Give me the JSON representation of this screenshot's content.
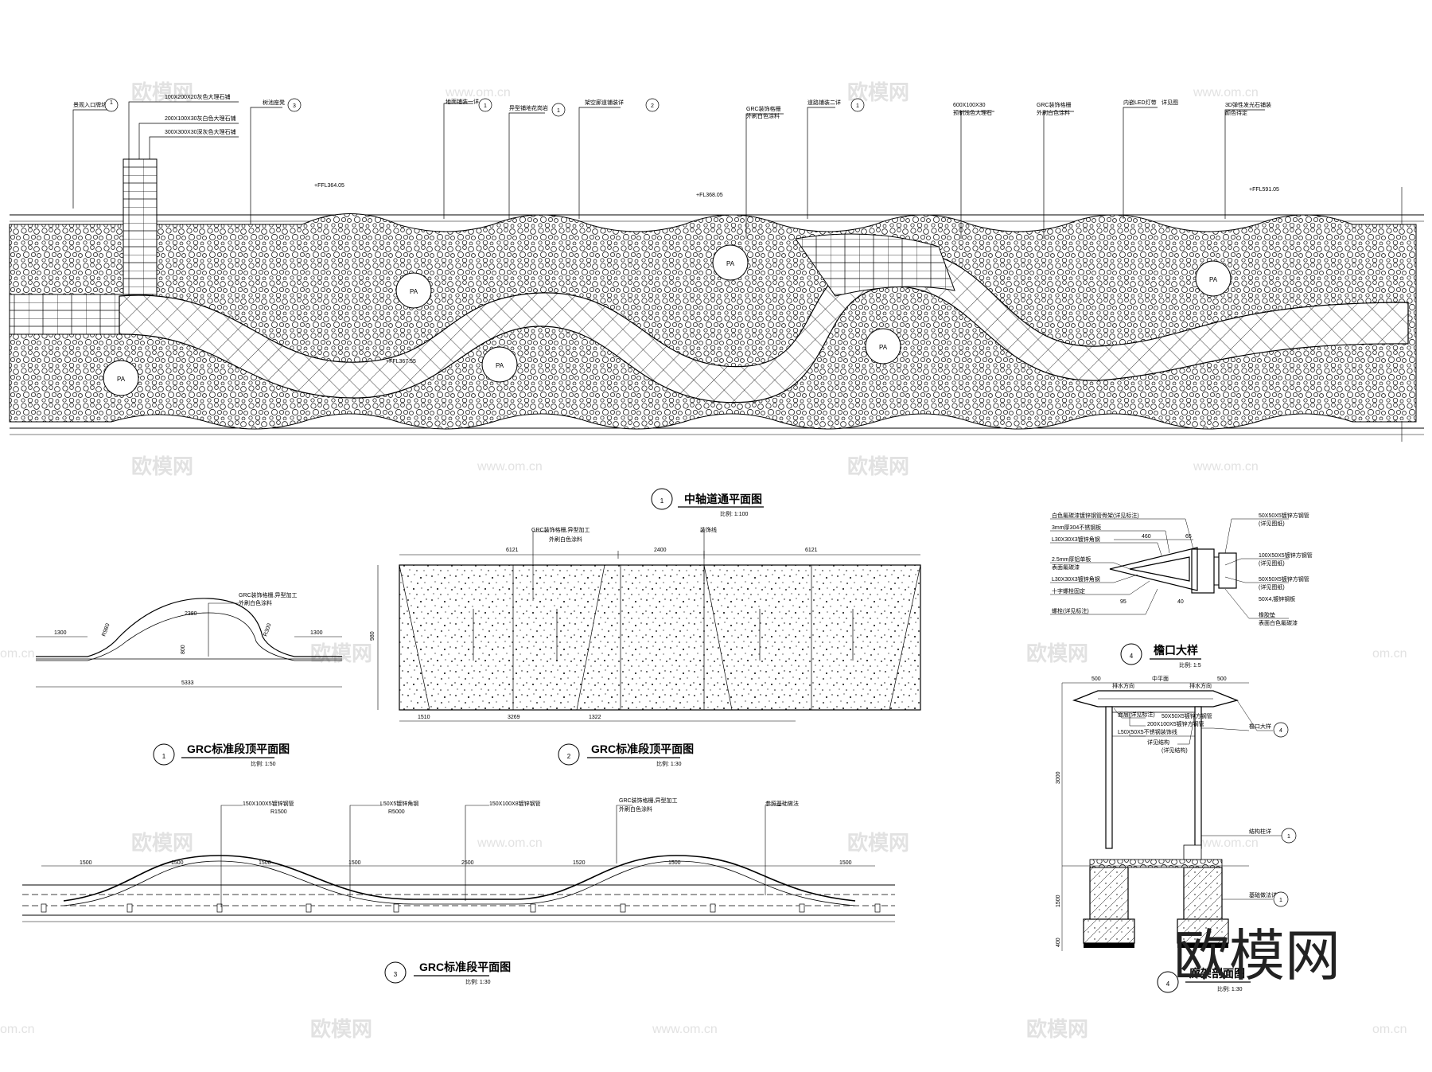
{
  "watermarks": {
    "brand": "欧模网",
    "url": "www.om.cn",
    "url_short": "om.cn"
  },
  "logo": {
    "text": "欧模网"
  },
  "plaza_plan": {
    "title": "中轴道通平面图",
    "number": "1",
    "scale": "比例: 1:100",
    "patch_label": "PA",
    "leaders": [
      {
        "text": "景观入口牌坊",
        "ref": "1"
      },
      {
        "text": "100X200X20灰色大理石铺",
        "ref": ""
      },
      {
        "text": "200X100X30灰白色大理石铺",
        "ref": ""
      },
      {
        "text": "300X300X30深灰色大理石铺",
        "ref": ""
      },
      {
        "text": "树池座凳",
        "ref": "3"
      },
      {
        "text": "地面铺装一详",
        "ref": "1"
      },
      {
        "text": "异型铺地花岗岩",
        "ref": "1"
      },
      {
        "text": "架空廊道铺装详",
        "ref": "2"
      },
      {
        "text": "GRC装饰格栅",
        "ref": ""
      },
      {
        "text": "外刷白色涂料",
        "ref": ""
      },
      {
        "text": "道路铺装二详",
        "ref": "1"
      },
      {
        "text": "600X100X30",
        "ref": ""
      },
      {
        "text": "预制浅色大理石",
        "ref": ""
      },
      {
        "text": "GRC装饰格栅",
        "ref": ""
      },
      {
        "text": "外刷白色涂料",
        "ref": ""
      },
      {
        "text": "内嵌LED灯带",
        "ref": ""
      },
      {
        "text": "详见图",
        "ref": ""
      },
      {
        "text": "3D弹性发光石铺装",
        "ref": ""
      },
      {
        "text": "颜色待定",
        "ref": ""
      }
    ],
    "elevations": [
      "+FFL364.05",
      "+FL368.05",
      "+FFL591.05",
      "+FFL367.55"
    ]
  },
  "grc_top": {
    "number": "1",
    "title": "GRC标准段顶平面图",
    "scale": "比例: 1:50",
    "note": "GRC装饰格栅,异型加工",
    "note2": "外刷白色涂料",
    "dims": [
      "1300",
      "1300",
      "5333",
      "2380",
      "R980",
      "800",
      "R300"
    ]
  },
  "grc_elev": {
    "number": "2",
    "title": "GRC标准段顶平面图",
    "scale": "比例: 1:30",
    "top_dims": [
      "6121",
      "2400",
      "6121"
    ],
    "bottom_dims": [
      "1510",
      "3269",
      "1322"
    ],
    "side_dim": "980",
    "note": "GRC装饰格栅,异型加工",
    "note2": "外刷白色涂料",
    "note3": "装饰线"
  },
  "grc_plan": {
    "number": "3",
    "title": "GRC标准段平面图",
    "scale": "比例: 1:30",
    "labels": [
      "150X100X5镀锌钢管",
      "R1500",
      "L50X5镀锌角钢",
      "R5000",
      "150X100X8镀锌钢管",
      "GRC装饰格栅,异型加工",
      "外刷白色涂料",
      "参照基础做法"
    ],
    "dims": [
      "1500",
      "1500",
      "1500",
      "1500",
      "2500",
      "1520",
      "1500",
      "1500"
    ]
  },
  "eave_detail": {
    "number": "4",
    "title": "檐口大样",
    "scale": "比例: 1:5",
    "labels_left": [
      "白色氟碳漆镀锌钢管骨架(详见标注)",
      "3mm厚304不锈钢板",
      "L30X30X3镀锌角钢",
      "2.5mm厚铝单板",
      "表面氟碳漆",
      "L30X30X3镀锌角钢",
      "十字螺栓固定",
      "螺栓(详见标注)"
    ],
    "labels_right": [
      "50X50X5镀锌方钢管",
      "(详见图纸)",
      "100X50X5镀锌方钢管",
      "(详见图纸)",
      "50X50X5镀锌方钢管",
      "(详见图纸)",
      "50X4,镀锌钢板",
      "橡胶垫",
      "表面白色氟碳漆"
    ],
    "dims": [
      "460",
      "65",
      "95",
      "40"
    ]
  },
  "section": {
    "number": "4",
    "title": "廊架剖面图",
    "scale": "比例: 1:30",
    "top": [
      "排水方向",
      "排水方向"
    ],
    "dims_top": [
      "500",
      "中平面",
      "500"
    ],
    "labels": [
      "面层(详见标注)",
      "200X100X5镀锌方钢管",
      "L50X50X5不锈钢装饰线",
      "详见结构",
      "50X50X5镀锌方钢管",
      "(详见结构)",
      "檐口大样",
      "结构柱详",
      "基础做法详"
    ],
    "refs": [
      "4",
      "1",
      "1"
    ],
    "dims_v": [
      "3000",
      "1500",
      "400"
    ]
  }
}
